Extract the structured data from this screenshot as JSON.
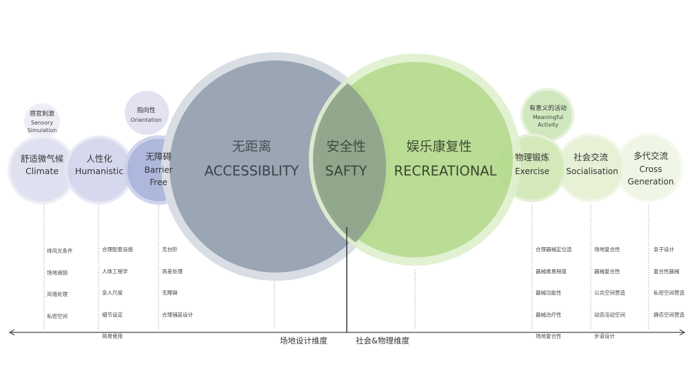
{
  "small_circles": [
    {
      "id": "sensory",
      "cn": "感官刺激",
      "en": [
        "Sensory",
        "Simulation"
      ]
    },
    {
      "id": "orientation",
      "cn": "指向性",
      "en": [
        "Orientation"
      ]
    },
    {
      "id": "meaningful",
      "cn": "有意义的活动",
      "en": [
        "Meaningful",
        "Activity"
      ]
    }
  ],
  "left_circles": [
    {
      "id": "climate",
      "cn": "舒适微气候",
      "en": [
        "Climate"
      ],
      "notes": [
        "徘风光条件",
        "场地遮阴",
        "风墙处理",
        "私密空间"
      ]
    },
    {
      "id": "humanistic",
      "cn": "人性化",
      "en": [
        "Humanistic"
      ],
      "notes": [
        "合理配套设施",
        "人体工程学",
        "亲人尺度",
        "细节设定",
        "简易使用"
      ]
    },
    {
      "id": "barrier",
      "cn": "无障碍",
      "en": [
        "Barrier",
        "Free"
      ],
      "notes": [
        "无台阶",
        "高差处理",
        "无障碍",
        "合理铺装设计"
      ]
    }
  ],
  "big_circles": {
    "accessibility": {
      "cn": "无距离",
      "en": "ACCESSIBLITY"
    },
    "safety": {
      "cn": "安全性",
      "en": "SAFTY"
    },
    "recreational": {
      "cn": "娱乐康复性",
      "en": "RECREATIONAL"
    }
  },
  "right_circles": [
    {
      "id": "exercise",
      "cn": "物理锻炼",
      "en": [
        "Exercise"
      ],
      "notes": [
        "合理器械定位选",
        "器械难易程度",
        "器械功能性",
        "器械治疗性",
        "场地复合性"
      ]
    },
    {
      "id": "social",
      "cn": "社会交流",
      "en": [
        "Socialisation"
      ],
      "notes": [
        "场地复合性",
        "器械复合性",
        "公共空间营造",
        "动态活动空间",
        "步道设计"
      ]
    },
    {
      "id": "cross",
      "cn": "多代交流",
      "en": [
        "Cross",
        "Generation"
      ],
      "notes": [
        "亲子设计",
        "复合性器械",
        "私密空间营造",
        "静态空间营造"
      ]
    }
  ],
  "axis": {
    "left_label": "场地设计维度",
    "right_label": "社会&物理维度"
  },
  "colors": {
    "accessibility": "#9aa6b4",
    "safety_overlap": "#8fa58e",
    "recreational": "#b3d98c",
    "left_small": "#d6d7ea",
    "barrier": "#a3afd7",
    "right_small": "#e4efd3",
    "text_dark": "#333333"
  }
}
